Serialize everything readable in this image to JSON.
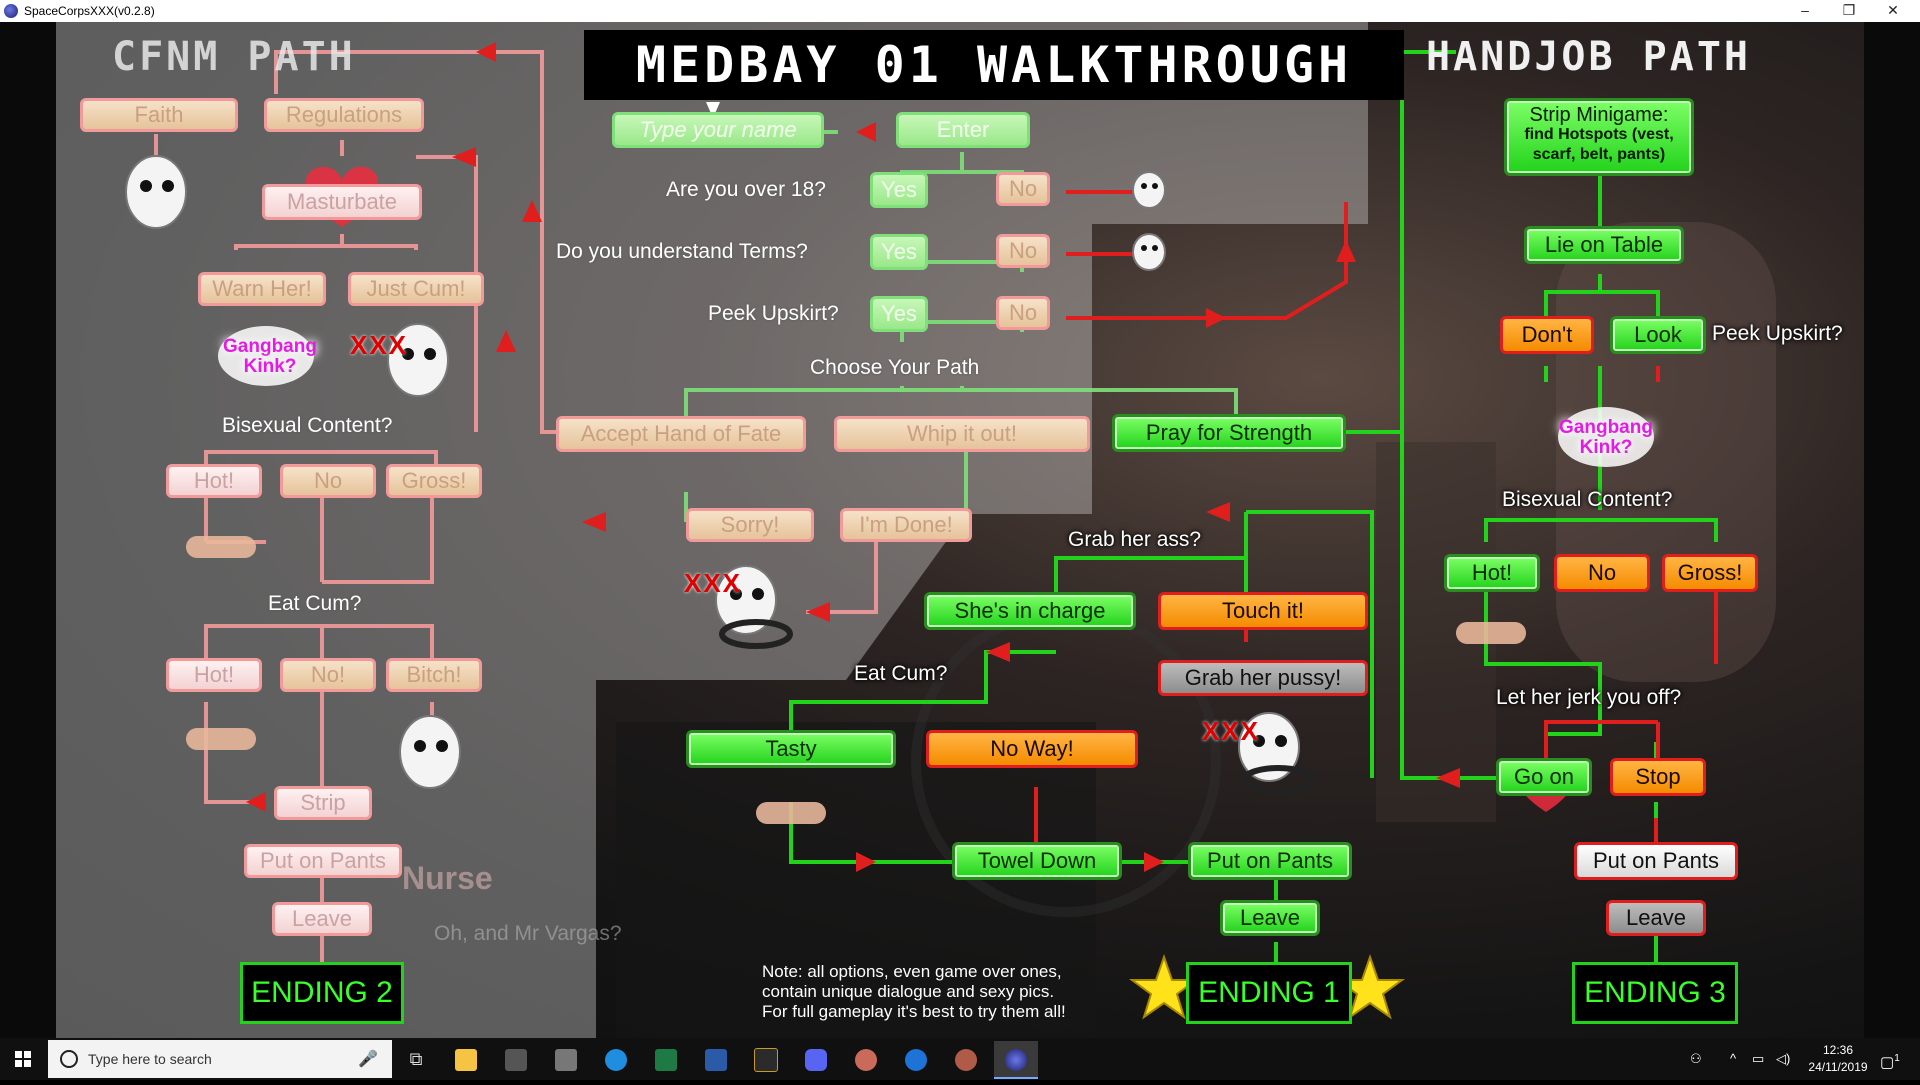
{
  "window": {
    "title": "SpaceCorpsXXX(v0.2.8)",
    "minimize": "–",
    "maximize": "❐",
    "close": "✕"
  },
  "titles": {
    "main": "MEDBAY 01 WALKTHROUGH",
    "left_path": "CFNM PATH",
    "right_path": "HANDJOB PATH"
  },
  "center": {
    "name_input": "Type your name",
    "enter": "Enter",
    "q_age": "Are you over 18?",
    "q_terms": "Do you understand Terms?",
    "q_upskirt": "Peek Upskirt?",
    "yes": "Yes",
    "no": "No",
    "choose": "Choose Your Path",
    "accept": "Accept Hand of Fate",
    "whip": "Whip it out!",
    "pray": "Pray for Strength",
    "sorry": "Sorry!",
    "done": "I'm Done!"
  },
  "left": {
    "faith": "Faith",
    "regulations": "Regulations",
    "masturbate": "Masturbate",
    "warn": "Warn Her!",
    "just_cum": "Just Cum!",
    "kink": "Gangbang Kink?",
    "xxx": "XXX",
    "bisexual": "Bisexual Content?",
    "hot": "Hot!",
    "no": "No",
    "gross": "Gross!",
    "eat_cum": "Eat Cum?",
    "hot2": "Hot!",
    "no2": "No!",
    "bitch": "Bitch!",
    "strip": "Strip",
    "pants": "Put on Pants",
    "leave": "Leave",
    "ending": "ENDING 2"
  },
  "middle": {
    "grab_ass": "Grab her ass?",
    "in_charge": "She's in charge",
    "touch": "Touch it!",
    "grab_pussy": "Grab her pussy!",
    "eat_cum": "Eat Cum?",
    "tasty": "Tasty",
    "no_way": "No Way!",
    "towel": "Towel Down",
    "pants": "Put on Pants",
    "leave": "Leave",
    "ending": "ENDING 1",
    "xxx1": "XXX",
    "xxx2": "XXX"
  },
  "right": {
    "strip_line1": "Strip Minigame:",
    "strip_line2": "find Hotspots (vest,",
    "strip_line3": "scarf, belt, pants)",
    "lie": "Lie on Table",
    "dont": "Don't",
    "look": "Look",
    "peek": "Peek Upskirt?",
    "kink": "Gangbang Kink?",
    "bisexual": "Bisexual Content?",
    "hot": "Hot!",
    "no": "No",
    "gross": "Gross!",
    "jerk": "Let her jerk you off?",
    "go_on": "Go on",
    "stop": "Stop",
    "pants": "Put on Pants",
    "leave": "Leave",
    "ending": "ENDING 3"
  },
  "note": {
    "line1": "Note: all options, even game over ones,",
    "line2": "contain unique dialogue and sexy pics.",
    "line3": "For full gameplay it's best to try them all!"
  },
  "background_text": {
    "speaker": "Nurse",
    "dialogue": "Oh, and Mr Vargas?"
  },
  "taskbar": {
    "search_placeholder": "Type here to search",
    "apps": [
      "task-view",
      "file-explorer",
      "calculator",
      "media",
      "edge-browser",
      "excel",
      "word",
      "daz-studio",
      "discord",
      "character-app",
      "internet-explorer",
      "character-app-2",
      "spacecorps-game"
    ],
    "time": "12:36",
    "date": "24/11/2019",
    "notification_count": "1"
  },
  "colors": {
    "green": "#22d21b",
    "red": "#e01e1e",
    "pink": "#f29a9a",
    "orange": "#f58b00"
  }
}
